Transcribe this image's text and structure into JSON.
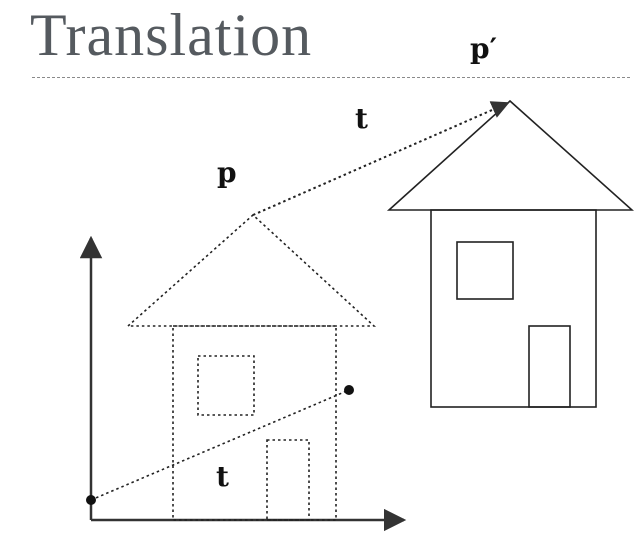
{
  "title": "Translation",
  "labels": {
    "p": "p",
    "p_prime": "p′",
    "t_top": "t",
    "t_bottom": "t"
  }
}
